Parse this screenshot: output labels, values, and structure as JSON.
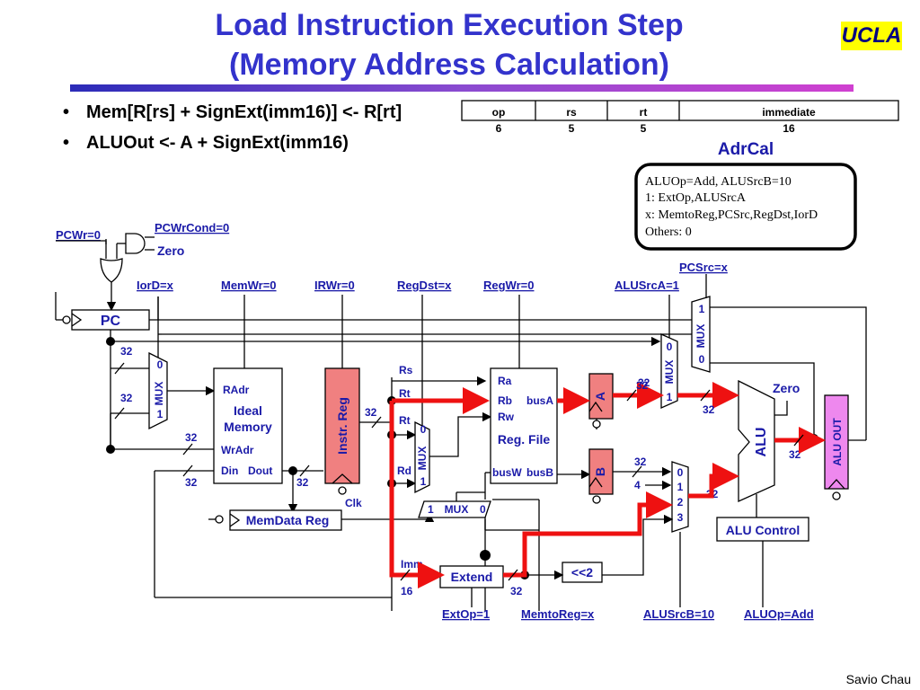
{
  "title_line1": "Load Instruction Execution Step",
  "title_line2": "(Memory Address Calculation)",
  "badge": "UCLA",
  "bullets": [
    "Mem[R[rs] + SignExt(imm16)] <- R[rt]",
    "ALUOut <- A + SignExt(imm16)"
  ],
  "author": "Savio Chau",
  "format": {
    "fields": [
      "op",
      "rs",
      "rt",
      "immediate"
    ],
    "bits": [
      "6",
      "5",
      "5",
      "16"
    ]
  },
  "state": {
    "name": "AdrCal",
    "lines": [
      "ALUOp=Add, ALUSrcB=10",
      "1: ExtOp,ALUSrcA",
      "x: MemtoReg,PCSrc,RegDst,IorD",
      "Others: 0"
    ]
  },
  "signals": {
    "pcwr": "PCWr=0",
    "pcwrcond": "PCWrCond=0",
    "zero_in": "Zero",
    "iord": "IorD=x",
    "memwr": "MemWr=0",
    "irwr": "IRWr=0",
    "regdst": "RegDst=x",
    "regwr": "RegWr=0",
    "alusrca": "ALUSrcA=1",
    "pcsrc": "PCSrc=x",
    "extop": "ExtOp=1",
    "memtoreg": "MemtoReg=x",
    "alusrcb": "ALUSrcB=10",
    "aluop": "ALUOp=Add"
  },
  "blocks": {
    "pc": "PC",
    "mem_title1": "Ideal",
    "mem_title2": "Memory",
    "radr": "RAdr",
    "wradr": "WrAdr",
    "din": "Din",
    "dout": "Dout",
    "instr_reg": "Instr. Reg",
    "clk": "Clk",
    "memdata_reg": "MemData Reg",
    "regfile_ra": "Ra",
    "regfile_rb": "Rb",
    "regfile_rw": "Rw",
    "regfile_title": "Reg. File",
    "busa": "busA",
    "busb": "busB",
    "busw": "busW",
    "reg_a": "A",
    "reg_b": "B",
    "alu": "ALU",
    "alu_out": "ALU OUT",
    "alu_control": "ALU Control",
    "extend": "Extend",
    "shift": "<<2",
    "zero": "Zero",
    "mux": "MUX",
    "rs": "Rs",
    "rt": "Rt",
    "rd": "Rd",
    "imm": "Imm"
  },
  "mux_inputs": {
    "zero": "0",
    "one": "1",
    "two": "2",
    "three": "3"
  },
  "widths": {
    "w32": "32",
    "w16": "16",
    "w4": "4"
  }
}
